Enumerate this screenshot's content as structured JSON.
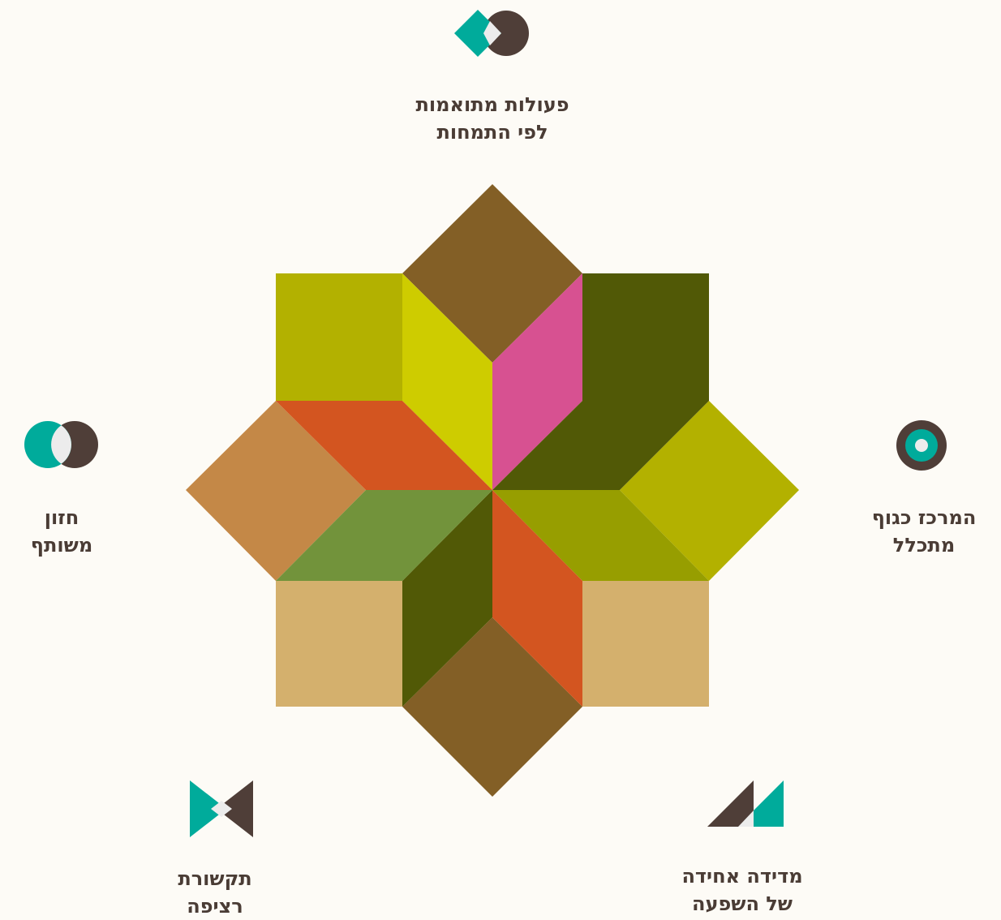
{
  "colors": {
    "background": "#fdfbf6",
    "teal": "#00ab9b",
    "dark": "#4f3e38",
    "light": "#ececec",
    "label": "#4a3c35",
    "brown_diamond": "#835f26",
    "olive_square": "#b3b100",
    "yellow_rhombus": "#cecc00",
    "pink_rhombus": "#d75191",
    "dark_olive": "#515906",
    "orange": "#d35520",
    "tan_diamond": "#c48847",
    "green_rhombus": "#72933b",
    "olive_rhombus": "#979e00",
    "sand_square": "#d4b06d"
  },
  "nodes": [
    {
      "id": "top",
      "icon": "split-diamond-circle-icon",
      "lines": [
        "פעולות מתואמות",
        "לפי התמחות"
      ]
    },
    {
      "id": "right",
      "icon": "ring-target-icon",
      "lines": [
        "המרכז כגוף",
        "מתכלל"
      ]
    },
    {
      "id": "bottom-right",
      "icon": "parallelogram-triangle-icon",
      "lines": [
        "מדידה אחידה",
        "של השפעה"
      ]
    },
    {
      "id": "bottom-left",
      "icon": "bowtie-triangles-icon",
      "lines": [
        "תקשורת",
        "רציפה"
      ]
    },
    {
      "id": "left",
      "icon": "overlapping-circles-icon",
      "lines": [
        "חזון",
        "משותף"
      ]
    }
  ]
}
